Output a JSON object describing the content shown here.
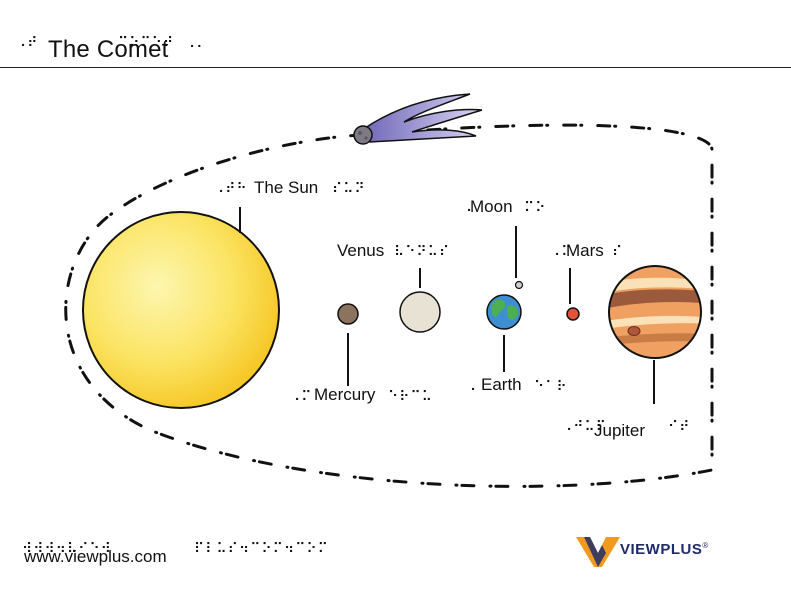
{
  "title": "The Comet",
  "labels": {
    "sun": "The Sun",
    "venus": "Venus",
    "moon": "Moon",
    "mars": "Mars",
    "mercury": "Mercury",
    "earth": "Earth",
    "jupiter": "Jupiter"
  },
  "footer": {
    "url": "www.viewplus.com",
    "logo_text": "VIEWPLUS",
    "logo_mark": "®"
  },
  "colors": {
    "sun": "#f9d23a",
    "mercury": "#8c735e",
    "venus": "#e8e2d4",
    "earth_ocean": "#3d8fd1",
    "earth_land": "#4caf50",
    "mars": "#e0553a",
    "jupiter": "#f0a060",
    "comet": "#9b93d6",
    "logo_orange": "#f29a1f",
    "logo_blue": "#1f2b6b"
  },
  "icons": [
    "comet-icon",
    "viewplus-logo-icon"
  ]
}
